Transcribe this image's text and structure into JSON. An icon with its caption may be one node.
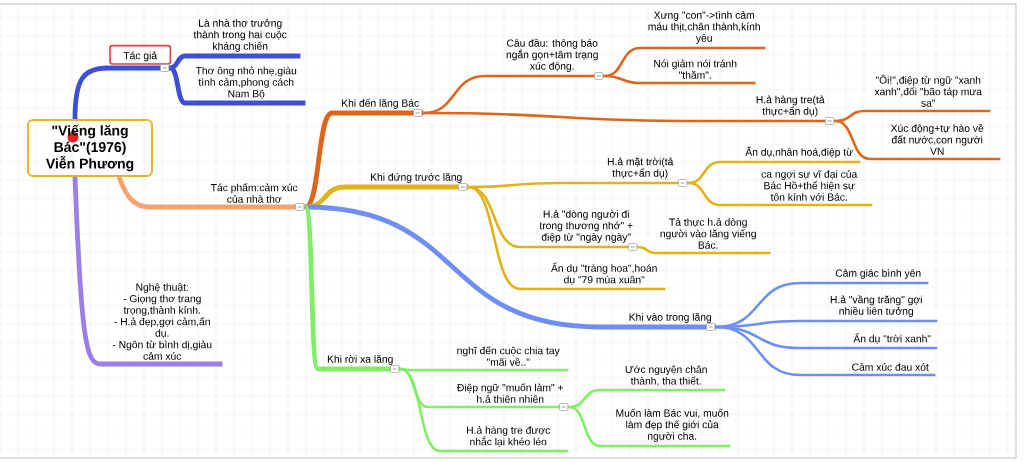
{
  "diagram": {
    "nodes": [
      {
        "text": [
          "\"Viếng lăng Bác\"(1976) Viễn Phương"
        ]
      },
      {
        "text": [
          "Tác giả"
        ]
      },
      {
        "text": [
          "Là nhà thơ trưởng thành trong hai cuộc kháng chiến"
        ]
      },
      {
        "text": [
          "Thơ ông nhỏ nhẹ,giàu tình cảm,phong cách Nam Bộ"
        ]
      },
      {
        "text": [
          "Tác phẩm:cảm xúc của nhà thơ"
        ]
      },
      {
        "text": [
          "Khi đến lăng Bác"
        ]
      },
      {
        "text": [
          "Câu đầu: thông báo ngắn gọn+tâm trạng xúc động."
        ]
      },
      {
        "text": [
          "Xưng \"con\"->tình cảm máu thịt,chân thành,kính yêu"
        ]
      },
      {
        "text": [
          "Nói giảm nói tránh \"thăm\"."
        ]
      },
      {
        "text": [
          "H.ả hàng tre(tả thực+ẩn dụ)"
        ]
      },
      {
        "text": [
          "\"Ôi!\",điệp từ ngữ \"xanh xanh\",đối \"bão táp mưa sa\""
        ]
      },
      {
        "text": [
          "Xúc động+tự hào về đất nước,con người VN"
        ]
      },
      {
        "text": [
          "Khi đứng trước lăng"
        ]
      },
      {
        "text": [
          "H.ả mặt trời(tả thực+ẩn dụ)"
        ]
      },
      {
        "text": [
          "Ẩn dụ,nhân hoá,điệp từ"
        ]
      },
      {
        "text": [
          "ca ngợi sự vĩ đại của Bác Hồ+thể hiện sự tôn kính với Bác."
        ]
      },
      {
        "text": [
          "H.ả \"dòng người đi trong thương nhớ\" + điệp từ \"ngày ngày\""
        ]
      },
      {
        "text": [
          "Tả thực h.ả dòng người vào lăng viếng Bác."
        ]
      },
      {
        "text": [
          "Ẩn dụ \"tràng hoa\",hoán dụ \"79 mùa xuân\""
        ]
      },
      {
        "text": [
          "Khi vào trong lăng"
        ]
      },
      {
        "text": [
          "Cảm giác bình yên"
        ]
      },
      {
        "text": [
          "H.ả \"vầng trăng\" gợi nhiều liên tưởng"
        ]
      },
      {
        "text": [
          "Ẩn dụ \"trời xanh\""
        ]
      },
      {
        "text": [
          "Cảm xúc đau xót"
        ]
      },
      {
        "text": [
          "Khi rời xa lăng"
        ]
      },
      {
        "text": [
          "nghĩ đến cuộc chia tay \"mãi về..\""
        ]
      },
      {
        "text": [
          "Điệp ngữ \"muốn làm\" + h.ả thiên nhiên"
        ]
      },
      {
        "text": [
          "Ước nguyện chân thành, tha thiết."
        ]
      },
      {
        "text": [
          "Muốn làm Bác vui, muốn làm đẹp thế giới của người cha."
        ]
      },
      {
        "text": [
          "H.ả hàng tre được nhắc lại khéo léo"
        ]
      },
      {
        "text": [
          "Nghệ thuật:",
          "- Giọng thơ trang trọng,thành kính.",
          "- H.ả đẹp,gợi cảm,ẩn dụ.",
          "- Ngôn từ bình dị,giàu cảm xúc"
        ]
      }
    ],
    "edges": [
      {
        "from": 0,
        "to": 1,
        "arrow": "none",
        "style": "thick",
        "color": "#3d4fd4"
      },
      {
        "from": 1,
        "to": 2,
        "arrow": "none",
        "style": "thick",
        "color": "#3d4fd4"
      },
      {
        "from": 1,
        "to": 3,
        "arrow": "none",
        "style": "thick",
        "color": "#3d4fd4"
      },
      {
        "from": 0,
        "to": 4,
        "arrow": "none",
        "style": "thick",
        "color": "#f5a36e"
      },
      {
        "from": 4,
        "to": 5,
        "arrow": "none",
        "style": "thick",
        "color": "#e0651b"
      },
      {
        "from": 5,
        "to": 6,
        "arrow": "none",
        "color": "#e0651b"
      },
      {
        "from": 6,
        "to": 7,
        "arrow": "none",
        "color": "#e0651b"
      },
      {
        "from": 6,
        "to": 8,
        "arrow": "none",
        "color": "#e0651b"
      },
      {
        "from": 5,
        "to": 9,
        "arrow": "none",
        "color": "#e0651b"
      },
      {
        "from": 9,
        "to": 10,
        "arrow": "none",
        "color": "#e0651b"
      },
      {
        "from": 9,
        "to": 11,
        "arrow": "none",
        "color": "#e0651b"
      },
      {
        "from": 4,
        "to": 12,
        "arrow": "none",
        "style": "thick",
        "color": "#e2b21c"
      },
      {
        "from": 12,
        "to": 13,
        "arrow": "none",
        "color": "#e2b21c"
      },
      {
        "from": 13,
        "to": 14,
        "arrow": "none",
        "color": "#e2b21c"
      },
      {
        "from": 13,
        "to": 15,
        "arrow": "none",
        "color": "#e2b21c"
      },
      {
        "from": 12,
        "to": 16,
        "arrow": "none",
        "color": "#e2b21c"
      },
      {
        "from": 16,
        "to": 17,
        "arrow": "none",
        "color": "#e2b21c"
      },
      {
        "from": 12,
        "to": 18,
        "arrow": "none",
        "color": "#e2b21c"
      },
      {
        "from": 4,
        "to": 19,
        "arrow": "none",
        "style": "thick",
        "color": "#6e8ef2"
      },
      {
        "from": 19,
        "to": 20,
        "arrow": "none",
        "color": "#6e8ef2"
      },
      {
        "from": 19,
        "to": 21,
        "arrow": "none",
        "color": "#6e8ef2"
      },
      {
        "from": 19,
        "to": 22,
        "arrow": "none",
        "color": "#6e8ef2"
      },
      {
        "from": 19,
        "to": 23,
        "arrow": "none",
        "color": "#6e8ef2"
      },
      {
        "from": 4,
        "to": 24,
        "arrow": "none",
        "style": "thick",
        "color": "#80ee66"
      },
      {
        "from": 24,
        "to": 25,
        "arrow": "none",
        "color": "#80ee66"
      },
      {
        "from": 24,
        "to": 26,
        "arrow": "none",
        "color": "#80ee66"
      },
      {
        "from": 26,
        "to": 27,
        "arrow": "none",
        "color": "#80ee66"
      },
      {
        "from": 26,
        "to": 28,
        "arrow": "none",
        "color": "#80ee66"
      },
      {
        "from": 24,
        "to": 29,
        "arrow": "none",
        "color": "#80ee66"
      },
      {
        "from": 0,
        "to": 30,
        "arrow": "none",
        "style": "thick",
        "color": "#9b7fe6"
      }
    ]
  }
}
